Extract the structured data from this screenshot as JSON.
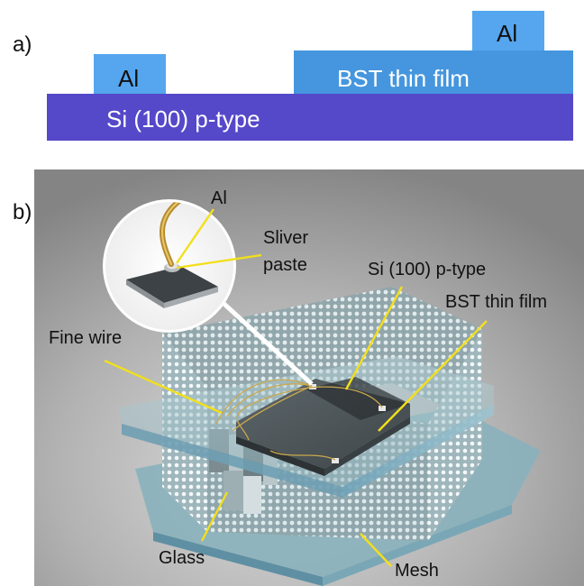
{
  "panel_a": {
    "letter": "a)",
    "layers": {
      "substrate": "Si (100) p-type",
      "film": "BST thin film",
      "electrode_left": "Al",
      "electrode_right": "Al"
    },
    "colors": {
      "substrate": "#5548c9",
      "film": "#4596de",
      "electrode": "#55a6ee"
    }
  },
  "panel_b": {
    "letter": "b)",
    "callouts": {
      "al": "Al",
      "paste_line1": "Sliver",
      "paste_line2": "paste",
      "si": "Si (100) p-type",
      "bst": "BST thin film",
      "wire": "Fine wire",
      "glass": "Glass",
      "mesh": "Mesh"
    },
    "colors": {
      "leader_line": "#f2df1c",
      "backdrop": "#8e8e8e"
    }
  }
}
